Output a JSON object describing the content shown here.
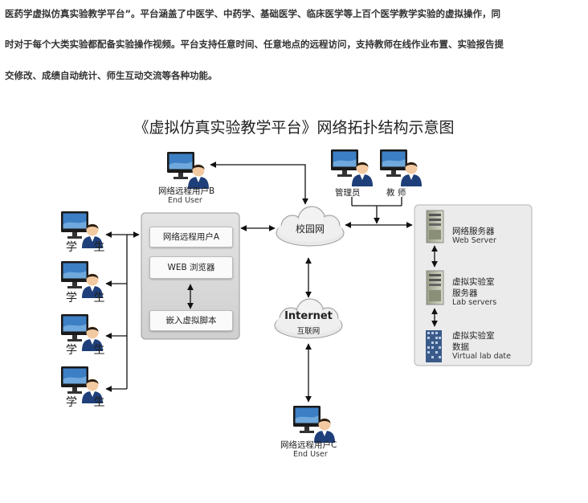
{
  "paragraph": {
    "line1": "医药学虚拟仿真实验教学平台”。平台涵盖了中医学、中药学、基础医学、临床医学等上百个医学教学实验的虚拟操作，同",
    "line2": "时对于每个大类实验都配备实验操作视频。平台支持任意时间、任意地点的远程访问，支持教师在线作业布置、实验报告提",
    "line3": "交修改、成绩自动统计、师生互动交流等各种功能。"
  },
  "diagram": {
    "title": "《虚拟仿真实验教学平台》网络拓扑结构示意图",
    "user_b": {
      "label": "网络远程用户B",
      "sublabel": "End User"
    },
    "user_c": {
      "label": "网络远程用户C",
      "sublabel": "End User"
    },
    "admin": {
      "label": "管理员"
    },
    "teacher": {
      "label": "教 师"
    },
    "students": [
      {
        "label": "学 生"
      },
      {
        "label": "学 生"
      },
      {
        "label": "学 生"
      },
      {
        "label": "学 生"
      }
    ],
    "user_a_box": {
      "label": "网络远程用户A",
      "browser": "WEB 浏览器",
      "plugin": "嵌入虚拟脚本"
    },
    "campus_cloud": {
      "label": "校园网"
    },
    "internet_cloud": {
      "label": "Internet",
      "sublabel": "互联网"
    },
    "servers": {
      "web": {
        "label": "网络服务器",
        "sublabel": "Web Server"
      },
      "lab": {
        "label1": "虚拟实验室",
        "label2": "服务器",
        "sublabel": "Lab servers"
      },
      "data": {
        "label1": "虚拟实验室",
        "label2": "数据",
        "sublabel": "Virtual lab date"
      }
    }
  }
}
